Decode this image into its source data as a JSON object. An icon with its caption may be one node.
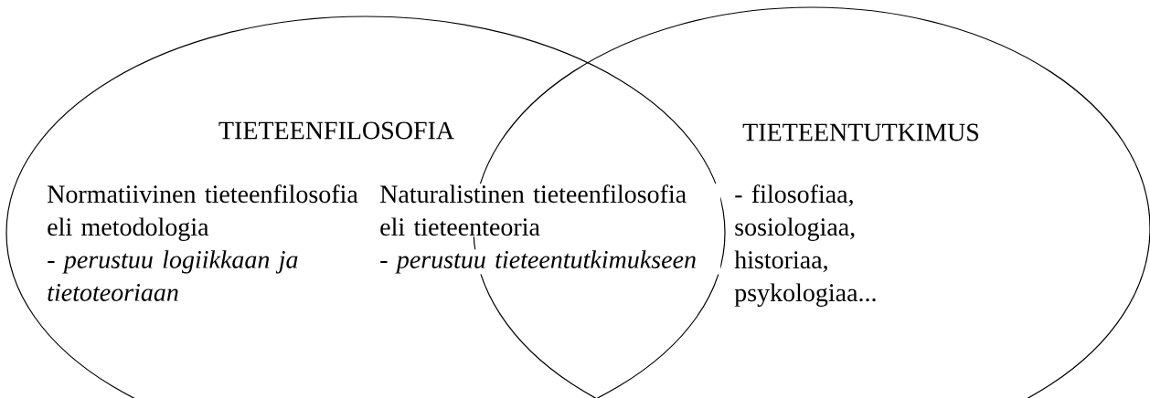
{
  "diagram": {
    "nodes": [
      {
        "text": [
          "TIETEENFILOSOFIA",
          "Normatiivinen tieteenfilosofia eli metodologia",
          "- *perustuu logiikkaan ja tietoteoriaan*"
        ]
      },
      {
        "text": [
          "TIETEENTUTKIMUS",
          "- filosofiaa, sosiologiaa, historiaa, psykologiaa..."
        ]
      }
    ],
    "edges": [],
    "labels": [
      "Naturalistinen tieteenfilosofia eli tieteenteoria",
      "- *perustuu tieteentutkimukseen*"
    ]
  }
}
